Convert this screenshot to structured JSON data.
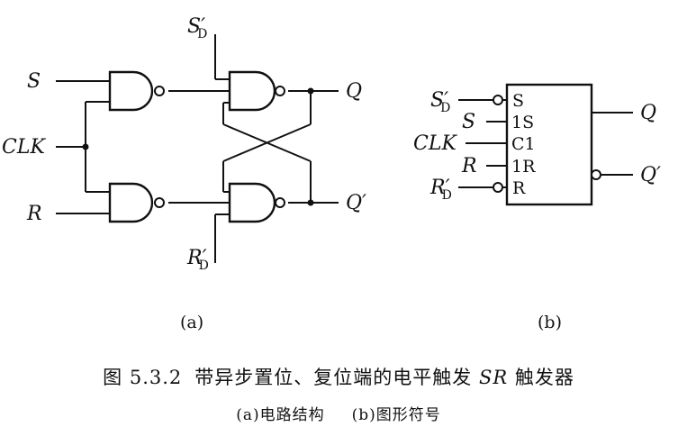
{
  "circuit_a": {
    "input_s": "S",
    "input_clk": "CLK",
    "input_r": "R",
    "preset": {
      "base": "S",
      "prime": "′",
      "sub": "D"
    },
    "clear": {
      "base": "R",
      "prime": "′",
      "sub": "D"
    },
    "output_q": "Q",
    "output_qn": "Q′",
    "caption": "(a)"
  },
  "symbol_b": {
    "preset": {
      "base": "S",
      "prime": "′",
      "sub": "D"
    },
    "clear": {
      "base": "R",
      "prime": "′",
      "sub": "D"
    },
    "input_s": "S",
    "input_clk": "CLK",
    "input_r": "R",
    "pins": [
      "S",
      "1S",
      "C1",
      "1R",
      "R"
    ],
    "output_q": "Q",
    "output_qn": "Q′",
    "caption": "(b)"
  },
  "figure": {
    "number": "图 5.3.2",
    "title_prefix": "带异步置位、复位端的电平触发 ",
    "title_sr": "SR",
    "title_suffix": " 触发器",
    "subcaption_a": "(a)电路结构",
    "subcaption_b": "(b)图形符号"
  }
}
